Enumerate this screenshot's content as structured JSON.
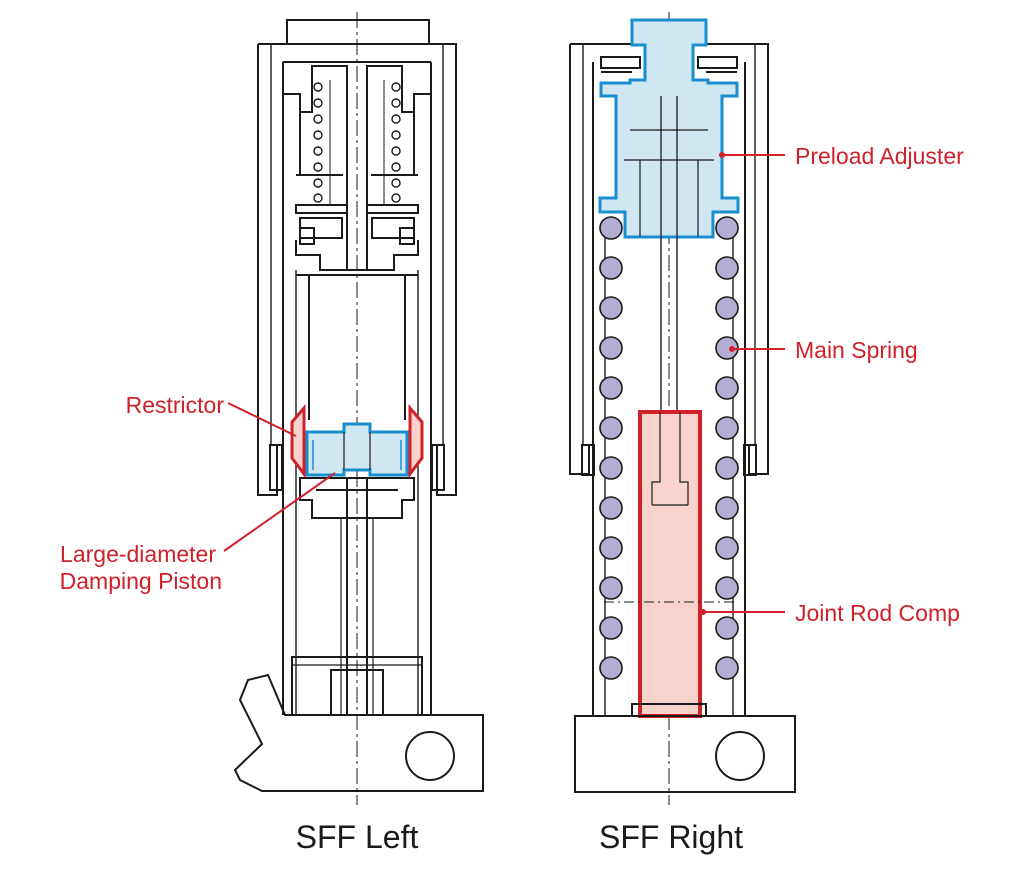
{
  "colors": {
    "outline": "#1a1a1a",
    "callout": "#d0202a",
    "piston_fill": "#cfe6f3",
    "piston_stroke": "#1a8fd0",
    "restrictor_fill": "#f7d3cb",
    "spring_fill": "#b5acd3",
    "rod_fill": "#f7d3cb",
    "rod_stroke": "#d0202a"
  },
  "left_fork": {
    "caption": "SFF Left",
    "labels": {
      "restrictor": "Restrictor",
      "damping_piston_line1": "Large-diameter",
      "damping_piston_line2": "Damping Piston"
    }
  },
  "right_fork": {
    "caption": "SFF Right",
    "labels": {
      "preload_adjuster": "Preload Adjuster",
      "main_spring": "Main Spring",
      "joint_rod_comp": "Joint Rod Comp"
    }
  }
}
